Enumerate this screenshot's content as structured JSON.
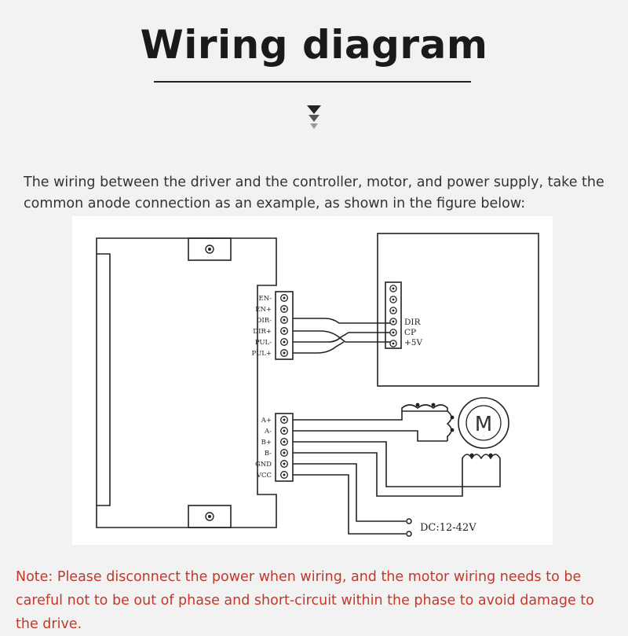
{
  "title": "Wiring diagram",
  "intro": "The wiring between the driver and the controller, motor, and power supply, take the common anode connection as an example, as shown in the figure below:",
  "note": "Note: Please disconnect the power when wiring, and the motor wiring needs to be careful not to be out of phase and short-circuit within the phase to avoid damage to the drive.",
  "diagram": {
    "driver_signal_terminals": [
      "EN-",
      "EN+",
      "DIR-",
      "DIR+",
      "PUL-",
      "PUL+"
    ],
    "driver_power_terminals": [
      "A+",
      "A-",
      "B+",
      "B-",
      "GND",
      "VCC"
    ],
    "controller_terminals": [
      "DIR",
      "CP",
      "+5V"
    ],
    "motor_symbol": "M",
    "power_supply": "DC:12-42V"
  },
  "colors": {
    "note_text": "#c0392b",
    "line": "#222222"
  }
}
